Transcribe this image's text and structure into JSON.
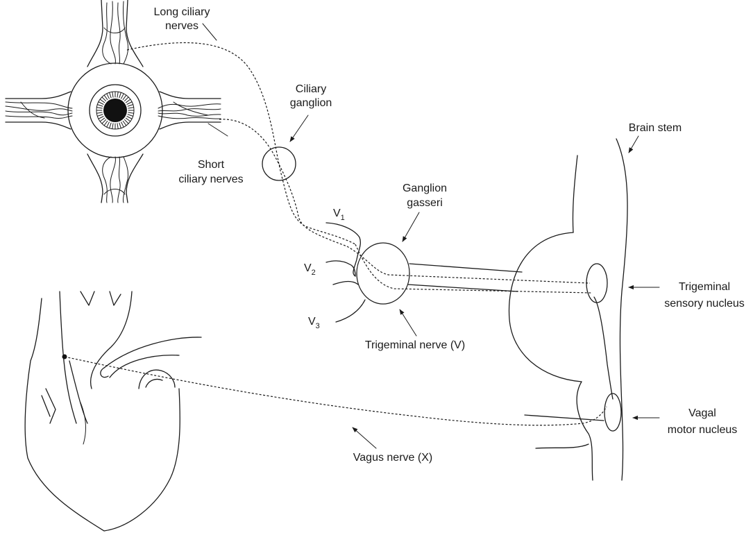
{
  "labels": {
    "long_ciliary_1": "Long ciliary",
    "long_ciliary_2": "nerves",
    "ciliary_ganglion_1": "Ciliary",
    "ciliary_ganglion_2": "ganglion",
    "short_ciliary_1": "Short",
    "short_ciliary_2": "ciliary nerves",
    "brain_stem": "Brain stem",
    "ganglion_gasseri_1": "Ganglion",
    "ganglion_gasseri_2": "gasseri",
    "v1_main": "V",
    "v1_sub": "1",
    "v2_main": "V",
    "v2_sub": "2",
    "v3_main": "V",
    "v3_sub": "3",
    "trigeminal_nerve": "Trigeminal nerve (V)",
    "trigeminal_sensory_1": "Trigeminal",
    "trigeminal_sensory_2": "sensory nucleus",
    "vagal_motor_1": "Vagal",
    "vagal_motor_2": "motor nucleus",
    "vagus_nerve": "Vagus nerve (X)"
  }
}
